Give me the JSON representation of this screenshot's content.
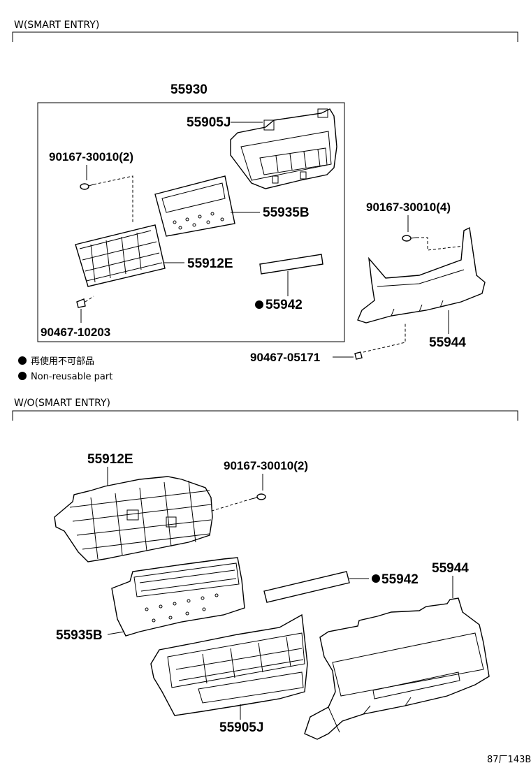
{
  "sections": {
    "top_title": "W(SMART ENTRY)",
    "bottom_title": "W/O(SMART ENTRY)"
  },
  "top": {
    "assembly": "55930",
    "panel": "55905J",
    "screw_left": "90167-30010(2)",
    "board": "55935B",
    "heater_grid": "55912E",
    "label_plate": "55942",
    "clip_left": "90467-10203",
    "screw_right": "90167-30010(4)",
    "bezel": "55944",
    "clip_right": "90467-05171"
  },
  "legend": {
    "jp": "再使用不可部品",
    "en": "Non-reusable part"
  },
  "bottom": {
    "heater_grid": "55912E",
    "screw": "90167-30010(2)",
    "bezel": "55944",
    "label_plate": "55942",
    "board": "55935B",
    "panel": "55905J"
  },
  "footer": {
    "code": "87厂143B"
  }
}
